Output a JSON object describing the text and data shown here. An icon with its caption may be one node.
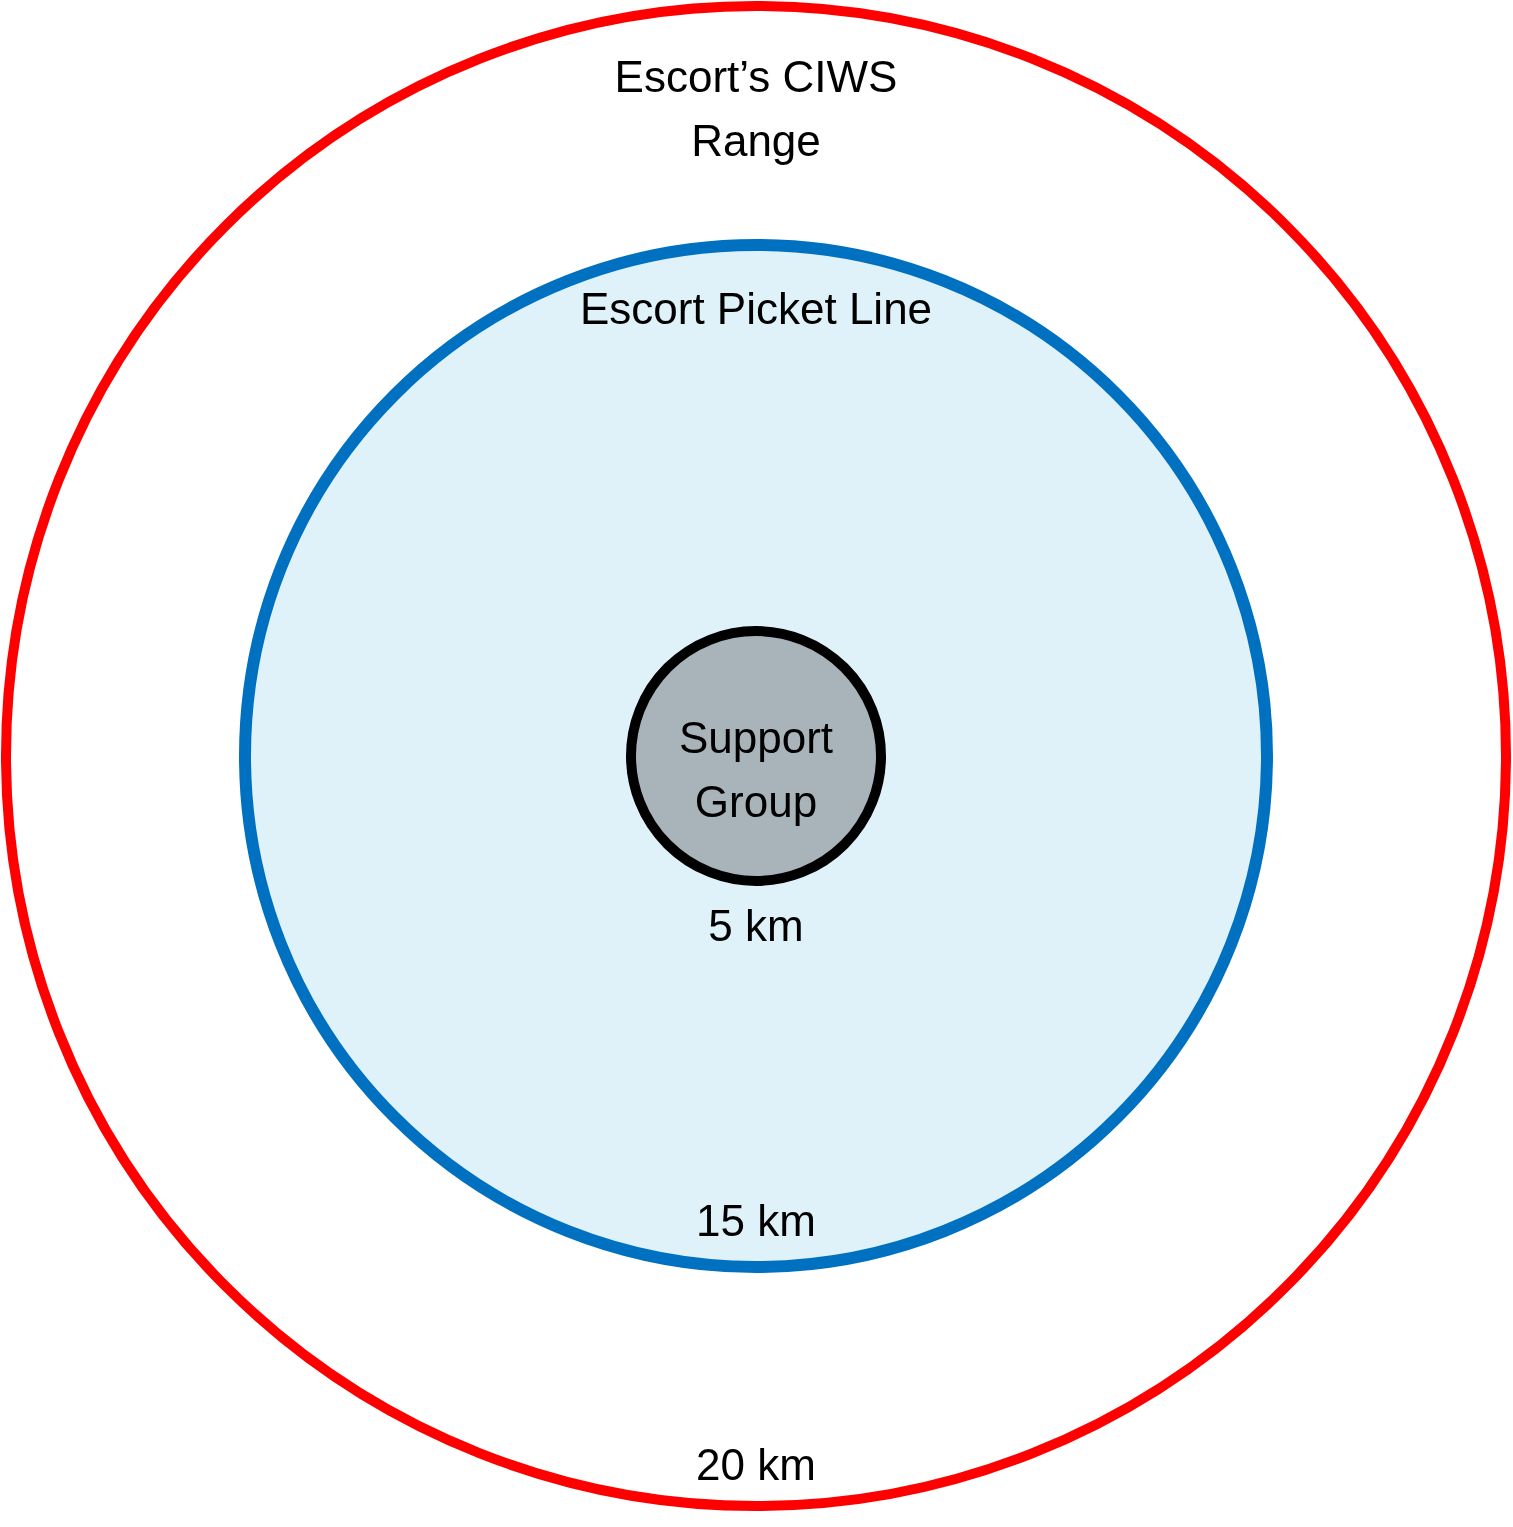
{
  "diagram": {
    "nodes": [
      {
        "text": [
          "Escort’s CIWS Range",
          "20 km"
        ]
      },
      {
        "text": [
          "Escort Picket Line",
          "15 km"
        ],
        "in": 0
      },
      {
        "text": [
          "Support Group"
        ],
        "in": 1,
        "beside": [
          "5 km"
        ]
      }
    ]
  }
}
